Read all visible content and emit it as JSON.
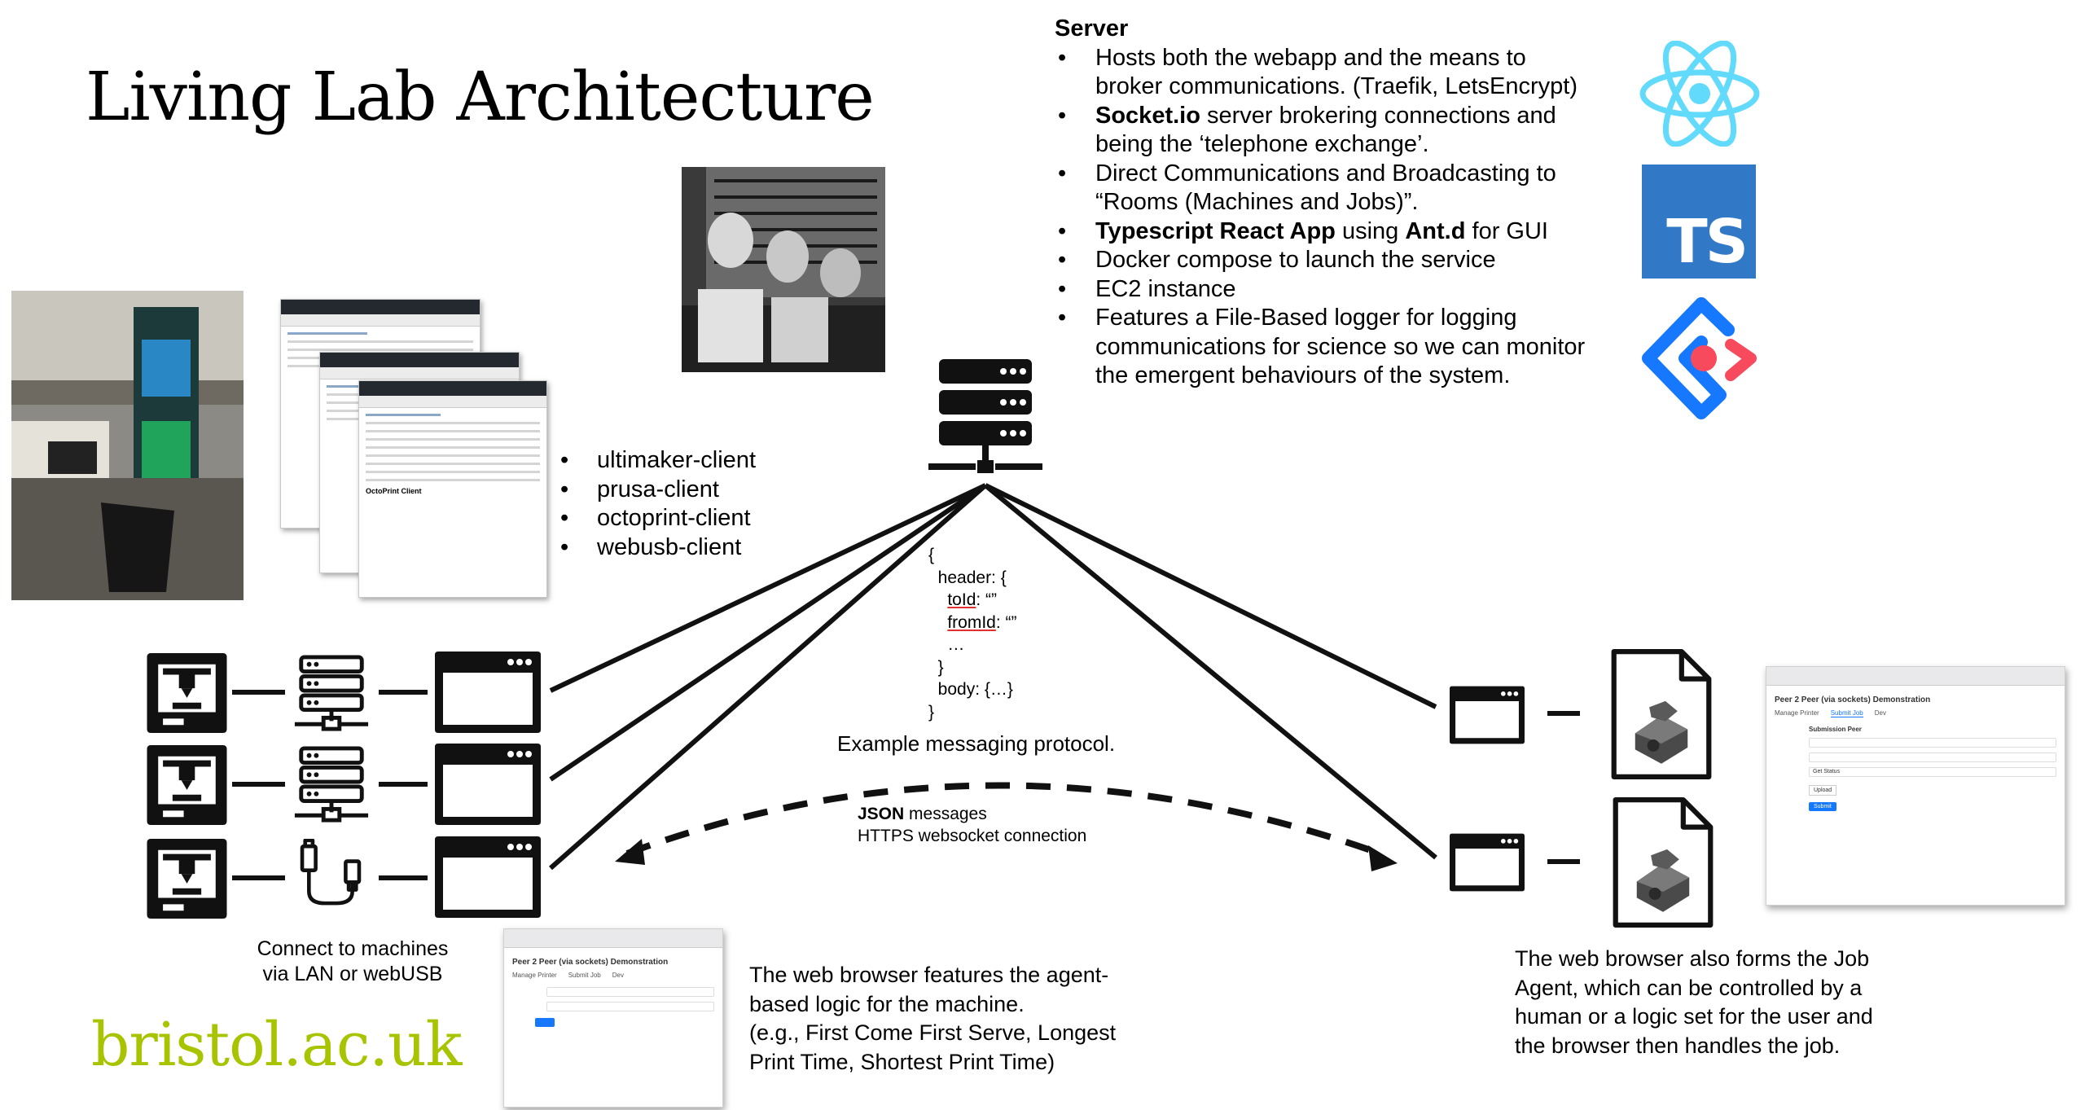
{
  "title": "Living Lab Architecture",
  "brand": "bristol.ac.uk",
  "server": {
    "heading": "Server",
    "bullets": [
      {
        "parts": [
          {
            "t": "Hosts both the webapp and the means to broker communications. (Traefik, LetsEncrypt)",
            "b": false
          }
        ]
      },
      {
        "parts": [
          {
            "t": "Socket.io",
            "b": true
          },
          {
            "t": " server brokering connections and being the ‘telephone exchange’.",
            "b": false
          }
        ]
      },
      {
        "parts": [
          {
            "t": "Direct Communications and Broadcasting to “Rooms (Machines and Jobs)”.",
            "b": false
          }
        ]
      },
      {
        "parts": [
          {
            "t": "Typescript React App",
            "b": true
          },
          {
            "t": " using ",
            "b": false
          },
          {
            "t": "Ant.d",
            "b": true
          },
          {
            "t": " for GUI",
            "b": false
          }
        ]
      },
      {
        "parts": [
          {
            "t": "Docker compose to launch the service",
            "b": false
          }
        ]
      },
      {
        "parts": [
          {
            "t": "EC2 instance",
            "b": false
          }
        ]
      },
      {
        "parts": [
          {
            "t": "Features a File-Based logger for logging communications for science so we can monitor the emergent behaviours of the system.",
            "b": false
          }
        ]
      }
    ]
  },
  "clients": [
    "ultimaker-client",
    "prusa-client",
    "octoprint-client",
    "webusb-client"
  ],
  "protocol": {
    "open": "{",
    "header": "header: {",
    "toId_key": "toId",
    "toId_val": ": “”",
    "fromId_key": "fromId",
    "fromId_val": ": “”",
    "ellipsis": "…",
    "close_header": "}",
    "body": "body: {…}",
    "close": "}",
    "caption": "Example messaging protocol."
  },
  "link": {
    "bold": "JSON",
    "rest": " messages",
    "line2": "HTTPS websocket connection"
  },
  "machines_caption": [
    "Connect to machines",
    "via LAN or webUSB"
  ],
  "left_caption": [
    "The web browser features the agent-",
    "based logic for the machine.",
    "(e.g., First Come First Serve, Longest",
    "Print Time, Shortest Print Time)"
  ],
  "right_caption": [
    "The web browser also forms the Job",
    "Agent, which can be controlled by a",
    "human or a logic set for the user and",
    "the browser then handles the job."
  ],
  "screenshot": {
    "heading": "Peer 2 Peer (via sockets) Demonstration",
    "tabs": [
      "Manage Printer",
      "Submit Job",
      "Dev"
    ],
    "panel": "Submission Peer",
    "select": "Get Status",
    "upload": "Upload",
    "submit": "Submit"
  },
  "repo_caption": "OctoPrint Client",
  "logos": {
    "ts": "TS"
  },
  "colors": {
    "brand": "#a8c400",
    "react": "#61dafb",
    "ts": "#3178c6",
    "antd": "#1677ff",
    "antd_dot": "#f74a5c",
    "underline": "#e03030"
  }
}
